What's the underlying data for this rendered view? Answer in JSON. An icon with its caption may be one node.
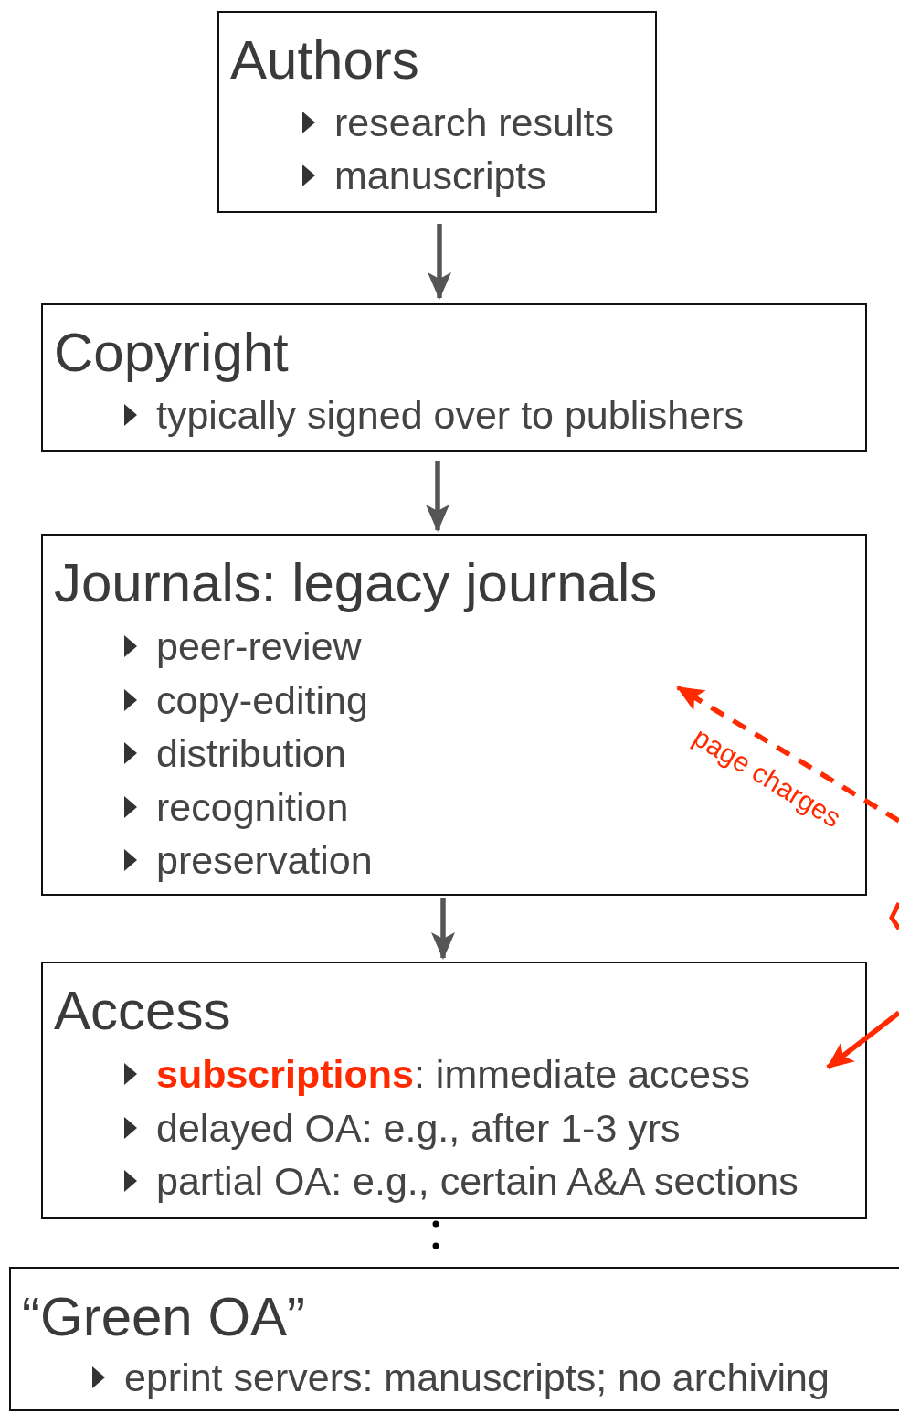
{
  "diagram": {
    "nodes": [
      {
        "text": [
          "Authors",
          "research results",
          "manuscripts"
        ]
      },
      {
        "text": [
          "Copyright",
          "typically signed over to publishers"
        ]
      },
      {
        "text": [
          "Journals: legacy journals",
          "peer-review",
          "copy-editing",
          "distribution",
          "recognition",
          "preservation"
        ]
      },
      {
        "text": [
          "Access",
          "**subscriptions**: immediate access",
          "delayed OA: e.g., after 1-3 yrs",
          "partial OA: e.g., certain A&A sections"
        ]
      },
      {
        "text": [
          "“Green OA”",
          "eprint servers: manuscripts; no archiving"
        ]
      }
    ],
    "edges": [
      {
        "from": 0,
        "to": 1,
        "arrow": "to"
      },
      {
        "from": 1,
        "to": 2,
        "arrow": "to"
      },
      {
        "from": 2,
        "to": 3,
        "arrow": "to"
      },
      {
        "from": null,
        "to": 2,
        "arrow": "to",
        "label": "page charges",
        "style": "dashed",
        "color": "#ff2a00"
      },
      {
        "from": null,
        "to": 3,
        "arrow": "to",
        "color": "#ff2a00"
      }
    ]
  }
}
